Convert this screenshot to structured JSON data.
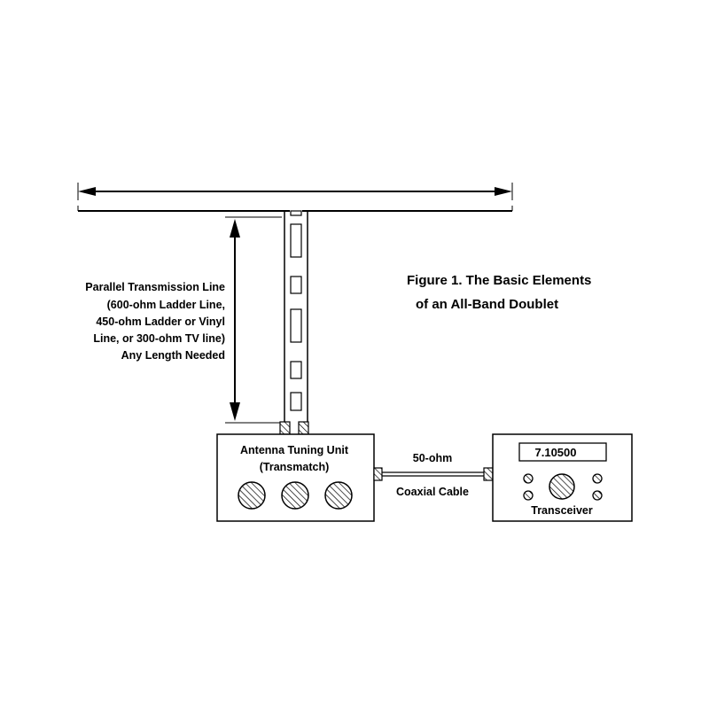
{
  "figure": {
    "title_line1": "Figure 1.  The Basic Elements",
    "title_line2": "of an All-Band Doublet"
  },
  "feedline_label": {
    "line1": "Parallel Transmission Line",
    "line2": "(600-ohm Ladder Line,",
    "line3": "450-ohm Ladder or Vinyl",
    "line4": "Line, or 300-ohm TV line)",
    "line5": "Any Length Needed"
  },
  "atu": {
    "name_line1": "Antenna Tuning Unit",
    "name_line2": "(Transmatch)",
    "knob_count": 3
  },
  "coax": {
    "label_top": "50-ohm",
    "label_bottom": "Coaxial Cable"
  },
  "transceiver": {
    "display_value": "7.10500",
    "name": "Transceiver"
  },
  "colors": {
    "ink": "#000000",
    "background": "#ffffff"
  }
}
